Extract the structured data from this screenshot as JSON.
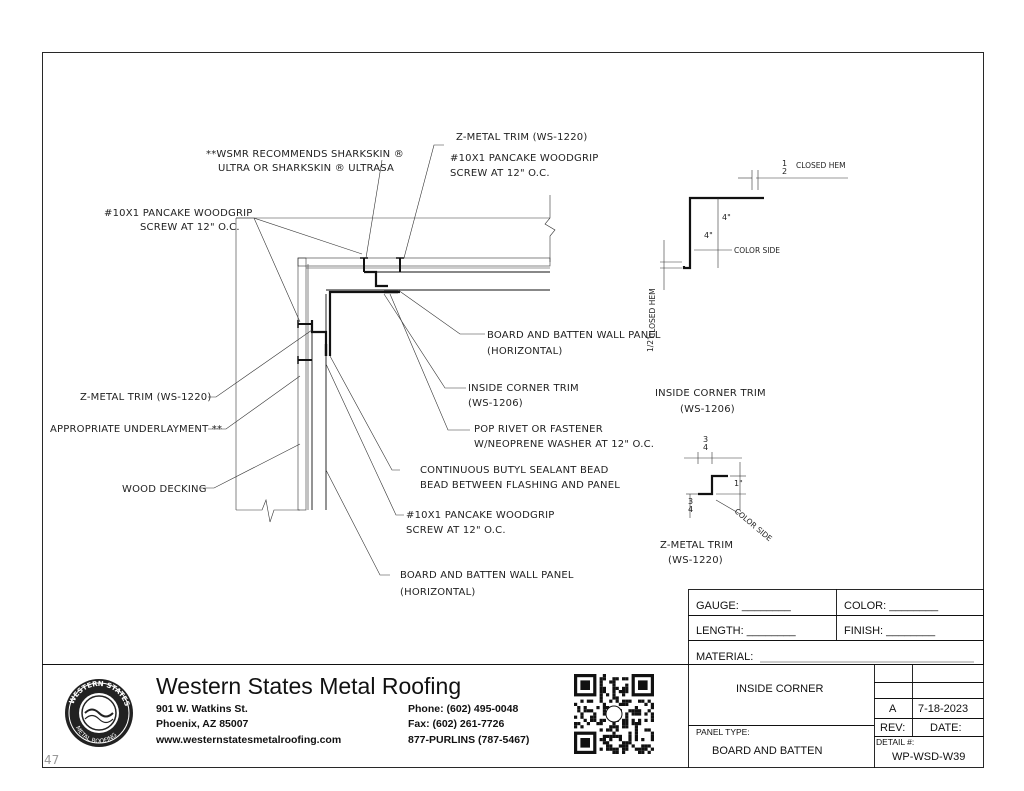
{
  "drawing": {
    "notes": {
      "recommend_line1": "**WSMR RECOMMENDS SHARKSKIN ®",
      "recommend_line2": "ULTRA OR SHARKSKIN ® ULTRASA",
      "screw_top_left_line1": "#10X1 PANCAKE WOODGRIP",
      "screw_top_left_line2": "SCREW AT 12\" O.C.",
      "zmetal_top": "Z-METAL TRIM (WS-1220)",
      "screw_top_line1": "#10X1 PANCAKE WOODGRIP",
      "screw_top_line2": "SCREW AT 12\" O.C.",
      "panel_top_line1": "BOARD AND BATTEN WALL PANEL",
      "panel_top_line2": "(HORIZONTAL)",
      "inside_corner_line1": "INSIDE CORNER TRIM",
      "inside_corner_line2": "(WS-1206)",
      "pop_rivet_line1": "POP RIVET OR FASTENER",
      "pop_rivet_line2": "W/NEOPRENE WASHER AT 12\" O.C.",
      "butyl_line1": "CONTINUOUS BUTYL SEALANT BEAD",
      "butyl_line2": "BEAD BETWEEN FLASHING AND PANEL",
      "screw_bottom_line1": "#10X1 PANCAKE WOODGRIP",
      "screw_bottom_line2": "SCREW AT 12\" O.C.",
      "panel_bottom_line1": "BOARD AND BATTEN WALL PANEL",
      "panel_bottom_line2": "(HORIZONTAL)",
      "zmetal_left": "Z-METAL TRIM (WS-1220)",
      "underlayment": "APPROPRIATE UNDERLAYMENT **",
      "decking": "WOOD DECKING"
    },
    "profile_inside_corner": {
      "hem_top_label": "CLOSED HEM",
      "hem_top_fraction_num": "1",
      "hem_top_fraction_den": "2",
      "leg_label": "4\"",
      "leg_label_vertical": "4\"",
      "color_side": "COLOR SIDE",
      "hem_side_label": "CLOSED HEM",
      "hem_side_fraction": "1/2\"",
      "title_line1": "INSIDE CORNER TRIM",
      "title_line2": "(WS-1206)"
    },
    "profile_zmetal": {
      "top_fraction_num": "3",
      "top_fraction_den": "4",
      "height_label": "1\"",
      "left_fraction_num": "3",
      "left_fraction_den": "4",
      "color_side": "COLOR SIDE",
      "title_line1": "Z-METAL TRIM",
      "title_line2": "(WS-1220)"
    }
  },
  "spec_box": {
    "gauge": "GAUGE: ________",
    "color": "COLOR: ________",
    "length": "LENGTH: ________",
    "finish": "FINISH: ________",
    "material": "MATERIAL:"
  },
  "title_block": {
    "company_name": "Western States Metal Roofing",
    "address1": "901 W. Watkins St.",
    "address2": "Phoenix, AZ 85007",
    "website": "www.westernstatesmetalroofing.com",
    "phone": "Phone: (602) 495-0048",
    "fax": "Fax: (602) 261-7726",
    "tollfree": "877-PURLINS (787-5467)",
    "logo_text_top": "WESTERN STATES",
    "logo_text_bottom": "METAL ROOFING",
    "detail_name": "INSIDE CORNER",
    "rev_value": "A",
    "date_value": "7-18-2023",
    "rev_label": "REV:",
    "date_label": "DATE:",
    "panel_type_label": "PANEL TYPE:",
    "panel_type_value": "BOARD AND BATTEN",
    "detail_label": "DETAIL #:",
    "detail_value": "WP-WSD-W39",
    "page_number": "47"
  }
}
